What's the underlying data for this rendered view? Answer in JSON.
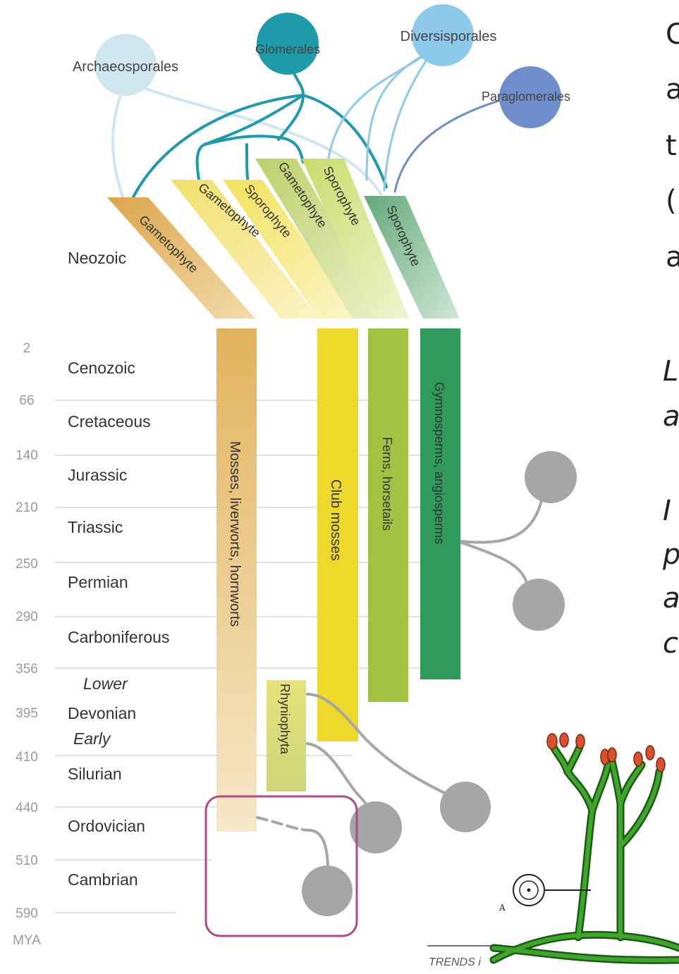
{
  "fungi": {
    "archaeosporales": "Archaeosporales",
    "glomerales": "Glomerales",
    "diversisporales": "Diversisporales",
    "paraglomerales": "Paraglomerales"
  },
  "stages": {
    "gametophyte_1": "Gametophyte",
    "gametophyte_2": "Gametophyte",
    "sporophyte_1": "Sporophyte",
    "gametophyte_3": "Gametophyte",
    "sporophyte_2": "Sporophyte",
    "sporophyte_3": "Sporophyte"
  },
  "neozoic": "Neozoic",
  "timescale": {
    "unit": "MYA",
    "ticks": [
      "2",
      "66",
      "140",
      "210",
      "250",
      "290",
      "356",
      "395",
      "410",
      "440",
      "510",
      "590"
    ],
    "periods": [
      "Cenozoic",
      "Cretaceous",
      "Jurassic",
      "Triassic",
      "Permian",
      "Carboniferous",
      "Lower",
      "Devonian",
      "Early",
      "Silurian",
      "Ordovician",
      "Cambrian"
    ]
  },
  "lineages": {
    "mosses": "Mosses, liverworts, hornworts",
    "club_mosses": "Club mosses",
    "ferns": "Ferns, horsetails",
    "gymnosperms": "Gymnosperms, angiosperms",
    "rhyniophyta": "Rhyniophyta"
  },
  "credit": "TRENDS i",
  "figure_label": "A",
  "cut_text": {
    "line1": "C",
    "line2": "a",
    "line3": "t",
    "line4": "(",
    "line5": "a",
    "italic1": "L",
    "italic2": "a",
    "italic3": "I",
    "italic4": "p",
    "italic5": "a",
    "italic6": "c"
  },
  "colors": {
    "bryophyte": "#e2b35d",
    "bryophyte_light": "#f4e3bf",
    "club_moss": "#ecd92a",
    "rhynio": "#d9dc66",
    "fern": "#a3c143",
    "gymno": "#2f9a5a",
    "glomerales": "#1e9bab",
    "archaeosporales": "#cfe6ee",
    "diversisporales": "#8dc9ea",
    "paraglomerales": "#6f8ecb",
    "fungus_grey": "#a6a6a7",
    "highlight_box": "#b04a82"
  }
}
